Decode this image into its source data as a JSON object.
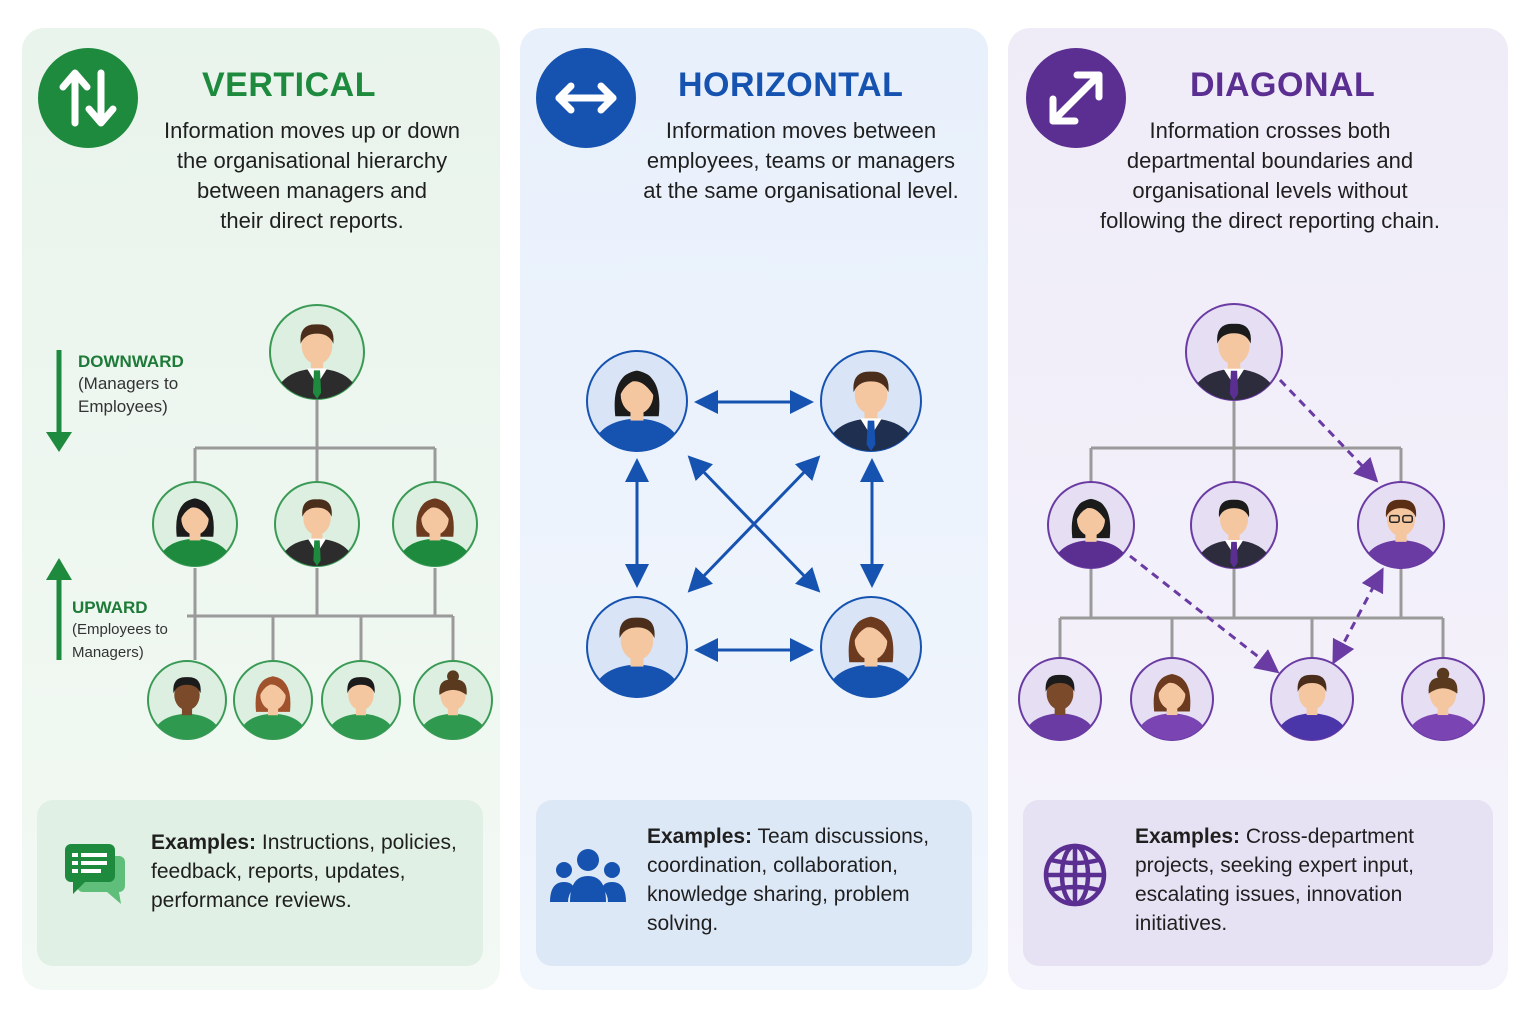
{
  "panels": [
    {
      "id": "vertical",
      "title": "VERTICAL",
      "color": "#1e8a3e",
      "description": [
        "Information moves up or down",
        "the organisational hierarchy",
        "between managers and",
        "their direct reports."
      ],
      "downward_label": "DOWNWARD",
      "downward_sub": [
        "(Managers to",
        "Employees)"
      ],
      "upward_label": "UPWARD",
      "upward_sub": [
        "(Employees to",
        "Managers)"
      ],
      "examples_label": "Examples:",
      "examples_text": " Instructions, policies, feedback, reports, updates, performance reviews.",
      "badge_icon": "up-down-arrows-icon",
      "examples_icon": "chat-bubbles-icon"
    },
    {
      "id": "horizontal",
      "title": "HORIZONTAL",
      "color": "#1653b0",
      "description": [
        "Information moves between",
        "employees, teams or managers",
        "at the same organisational level."
      ],
      "examples_label": "Examples:",
      "examples_text": " Team discussions, coordination, collaboration, knowledge sharing, problem solving.",
      "badge_icon": "left-right-arrow-icon",
      "examples_icon": "team-icon"
    },
    {
      "id": "diagonal",
      "title": "DIAGONAL",
      "color": "#5b2e91",
      "description": [
        "Information crosses both",
        "departmental boundaries and",
        "organisational levels without",
        "following the direct reporting chain."
      ],
      "examples_label": "Examples:",
      "examples_text": " Cross-department projects, seeking expert input, escalating issues, innovation initiatives.",
      "badge_icon": "diagonal-arrows-icon",
      "examples_icon": "globe-icon"
    }
  ]
}
